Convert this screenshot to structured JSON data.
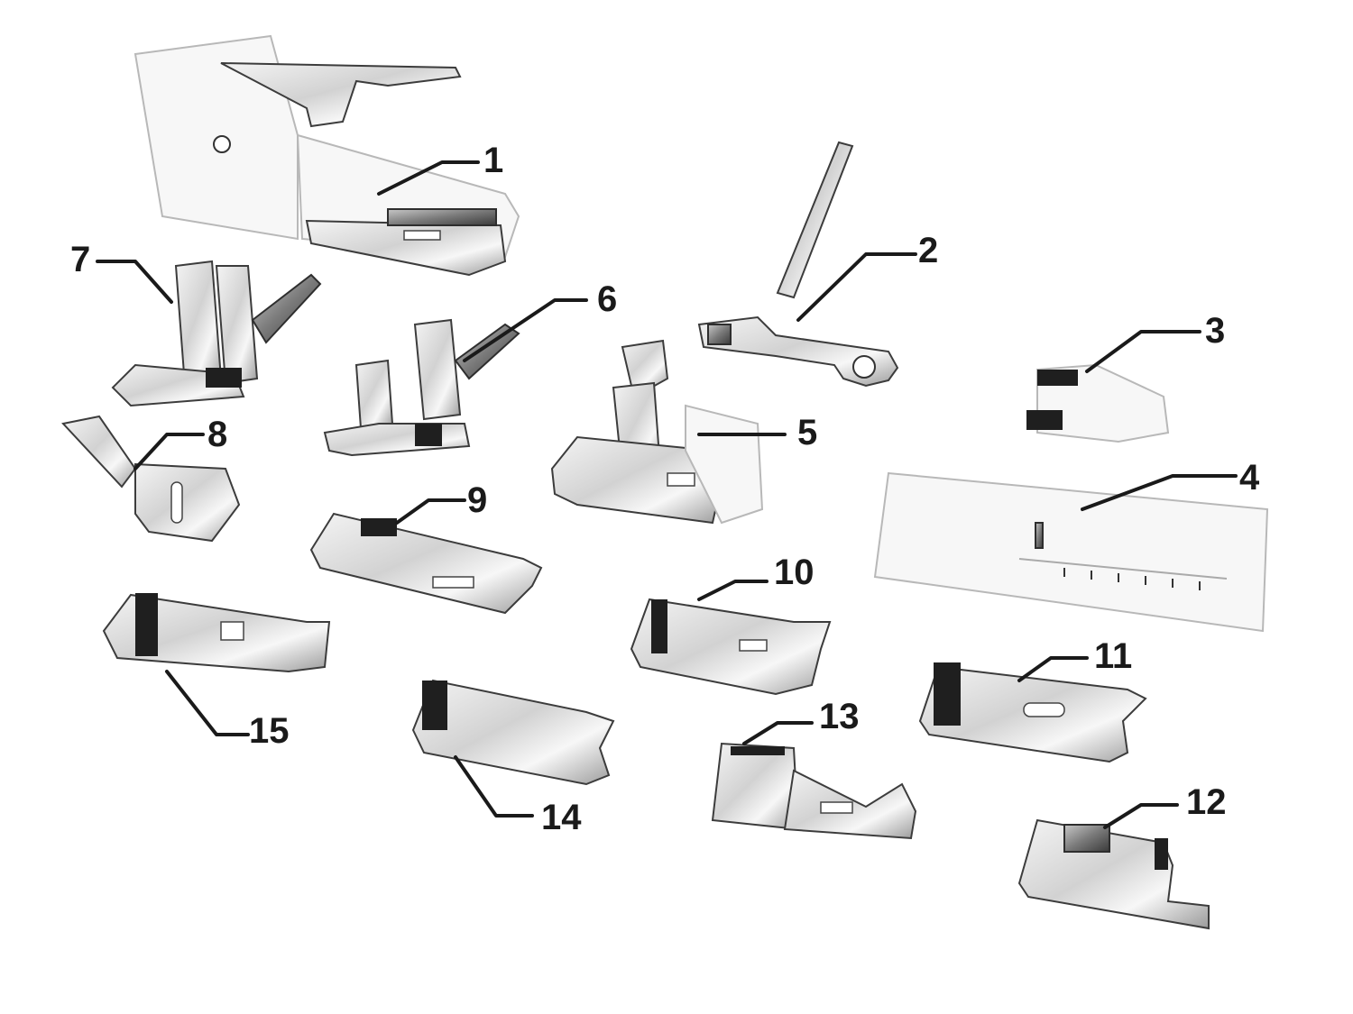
{
  "labels": {
    "l1": "1",
    "l2": "2",
    "l3": "3",
    "l4": "4",
    "l5": "5",
    "l6": "6",
    "l7": "7",
    "l8": "8",
    "l9": "9",
    "l10": "10",
    "l11": "11",
    "l12": "12",
    "l13": "13",
    "l14": "14",
    "l15": "15"
  },
  "colors": {
    "metal_light": "#f2f2f2",
    "metal_mid": "#b9b9b9",
    "metal_dark": "#5a5a5a",
    "ink": "#1a1a1a",
    "background": "#ffffff"
  }
}
